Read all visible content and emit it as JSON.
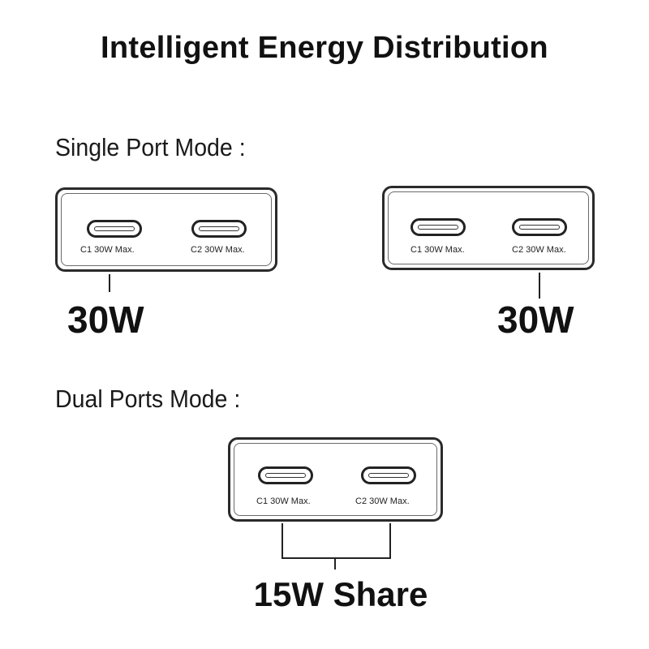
{
  "title": "Intelligent Energy Distribution",
  "single_mode": {
    "heading": "Single Port Mode :",
    "left_device": {
      "port1_label": "C1 30W Max.",
      "port2_label": "C2 30W Max.",
      "output": "30W"
    },
    "right_device": {
      "port1_label": "C1 30W Max.",
      "port2_label": "C2 30W Max.",
      "output": "30W"
    }
  },
  "dual_mode": {
    "heading": "Dual Ports Mode :",
    "device": {
      "port1_label": "C1 30W Max.",
      "port2_label": "C2 30W Max.",
      "output": "15W Share"
    }
  },
  "colors": {
    "line": "#222222",
    "text": "#111111",
    "background": "#ffffff"
  },
  "icons": [
    "usb-c-port-icon"
  ]
}
